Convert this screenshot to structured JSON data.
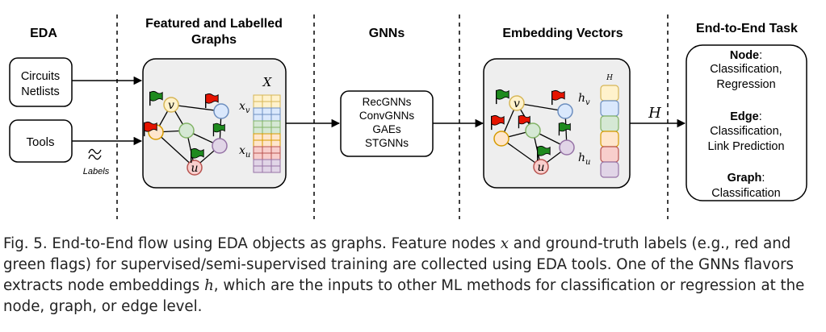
{
  "sections": {
    "eda": "EDA",
    "featured_line1": "Featured and Labelled",
    "featured_line2": "Graphs",
    "gnns": "GNNs",
    "embedding": "Embedding Vectors",
    "end_to_end": "End-to-End Task"
  },
  "inputs": {
    "circuits_line1": "Circuits",
    "circuits_line2": "Netlists",
    "tools": "Tools",
    "labels": "Labels"
  },
  "feature_graph": {
    "matrix_label": "X",
    "xv": "xv",
    "xu": "xu",
    "node_v": "v",
    "node_u": "u"
  },
  "gnn_box": {
    "items": [
      "RecGNNs",
      "ConvGNNs",
      "GAEs",
      "STGNNs"
    ]
  },
  "embedding_graph": {
    "matrix_label": "H",
    "hv": "hv",
    "hu": "hu",
    "node_v": "v",
    "node_u": "u",
    "arrow_label": "H"
  },
  "tasks": {
    "node_title": "Node",
    "node_line1": "Classification,",
    "node_line2": "Regression",
    "edge_title": "Edge",
    "edge_line1": "Classification,",
    "edge_line2": "Link Prediction",
    "graph_title": "Graph",
    "graph_line1": "Classification"
  },
  "caption": {
    "prefix": "Fig. 5.  End-to-End flow using EDA objects as graphs. Feature nodes ",
    "var_x": "x",
    "middle": " and ground-truth labels (e.g., red and green flags) for supervised/semi-supervised training are collected using EDA tools. One of the GNNs flavors extracts node embeddings ",
    "var_h": "h",
    "suffix": ", which are the inputs to other ML methods for classification or regression at the node, graph, or edge level."
  },
  "colors": {
    "node_yellow": "#fff2cc",
    "node_green": "#d5e8d4",
    "node_purple": "#e1d5e7",
    "node_red": "#f8cecc",
    "node_blue": "#dae8fc",
    "node_orange": "#ffe6cc",
    "flag_red": "#e51400",
    "flag_green": "#1e8a1e",
    "panel_fill": "#eeeeee"
  }
}
